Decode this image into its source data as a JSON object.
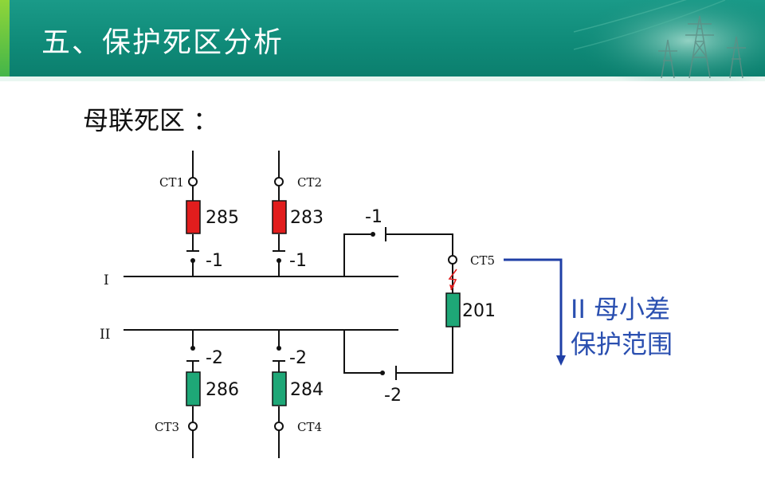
{
  "header": {
    "title": "五、保护死区分析",
    "colors": {
      "background": "#0f8a78",
      "accent_stripe": "#6cc43a",
      "title_text": "#ffffff"
    }
  },
  "section": {
    "title": "母联死区 ："
  },
  "diagram": {
    "bus_labels": {
      "bus_1": "I",
      "bus_2": "II"
    },
    "ct_labels": {
      "ct1": "CT1",
      "ct2": "CT2",
      "ct3": "CT3",
      "ct4": "CT4",
      "ct5": "CT5"
    },
    "breaker_labels": {
      "b285": "285",
      "b283": "283",
      "b286": "286",
      "b284": "284",
      "b201": "201"
    },
    "switch_labels": {
      "s285": "-1",
      "s283": "-1",
      "s286": "-2",
      "s284": "-2",
      "coupler_top": "-1",
      "coupler_bottom": "-2"
    },
    "annotation": {
      "line1": "II 母小差",
      "line2": "保护范围"
    },
    "colors": {
      "closed_breaker": "#e11d1d",
      "open_breaker": "#1ea777",
      "annotation": "#2a4fb0",
      "arrow": "#1f3fa6",
      "fault": "#e11d1d"
    }
  }
}
